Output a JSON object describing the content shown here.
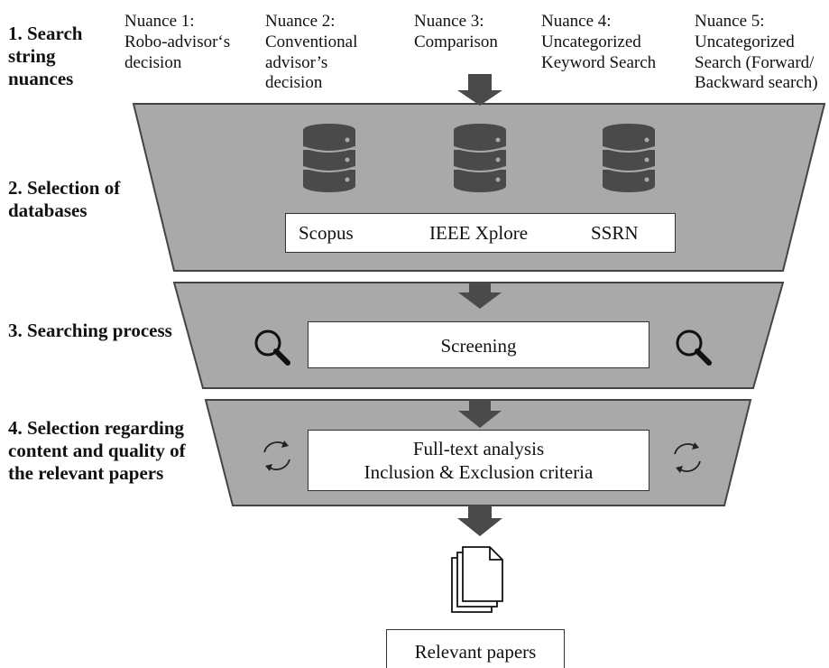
{
  "steps": {
    "step1": "1. Search\nstring\nnuances",
    "step2": "2. Selection of\ndatabases",
    "step3": "3. Searching process",
    "step4": "4. Selection regarding\ncontent and quality of\nthe relevant papers"
  },
  "nuances": [
    "Nuance 1:\nRobo-advisor‘s\ndecision",
    "Nuance 2:\nConventional\nadvisor’s\ndecision",
    "Nuance 3:\nComparison",
    "Nuance 4:\nUncategorized\nKeyword Search",
    "Nuance 5:\nUncategorized\nSearch (Forward/\nBackward search)"
  ],
  "databases": [
    "Scopus",
    "IEEE Xplore",
    "SSRN"
  ],
  "screening": "Screening",
  "fulltext": {
    "line1": "Full-text analysis",
    "line2": "Inclusion & Exclusion criteria"
  },
  "result": "Relevant papers",
  "icons": {
    "database": "database-icon",
    "magnifier": "magnifier-icon",
    "cycle": "refresh-cycle-icon",
    "documents": "documents-stack-icon",
    "arrow": "down-arrow-icon"
  },
  "colors": {
    "funnel_fill": "#a9a9a9",
    "funnel_stroke": "#444444",
    "arrow": "#4a4a4a",
    "database": "#4a4a4a",
    "box_fill": "#ffffff"
  }
}
